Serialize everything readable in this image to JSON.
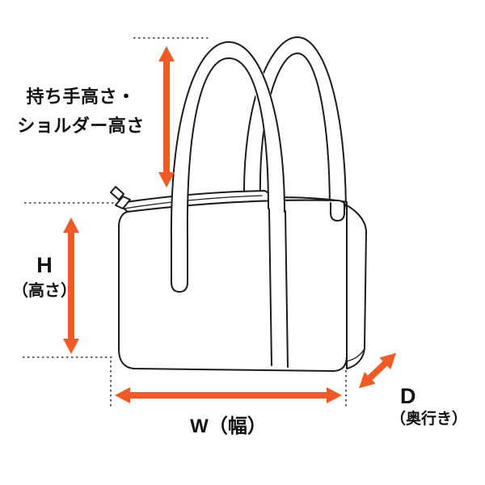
{
  "page": {
    "background": "#ffffff",
    "description": "Bag size measurement diagram"
  },
  "colors": {
    "arrow": "#f15a24",
    "outline": "#1c1c1c",
    "guide": "#3a3a3a",
    "text": "#111111",
    "bg": "#ffffff"
  },
  "figure": {
    "name": "boston-bag-line-drawing",
    "parts": [
      "front-handle",
      "rear-handle",
      "bag-body",
      "side-panel",
      "lid",
      "zipper",
      "front-straps"
    ]
  },
  "measurements": [
    {
      "id": "handle-height",
      "label_line1": "持ち手高さ・",
      "label_line2": "ショルダー高さ",
      "orientation": "vertical"
    },
    {
      "id": "bag-height",
      "label_line1": "H",
      "label_line2": "（高さ）",
      "orientation": "vertical"
    },
    {
      "id": "bag-width",
      "label": "W（幅）",
      "orientation": "horizontal"
    },
    {
      "id": "bag-depth",
      "label_line1": "D",
      "label_line2": "（奥行き）",
      "orientation": "diagonal"
    }
  ]
}
